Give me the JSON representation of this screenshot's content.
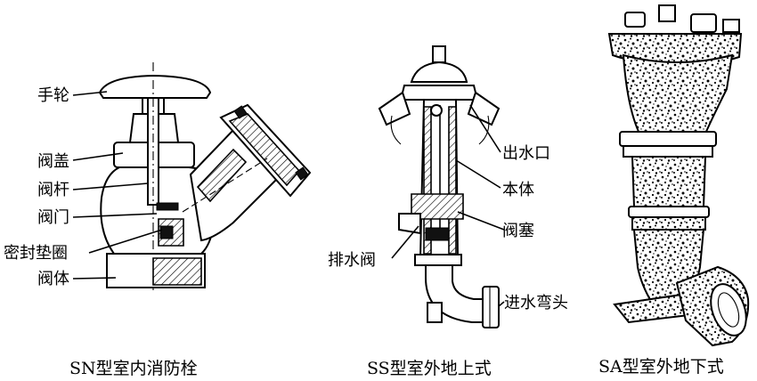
{
  "sn": {
    "caption": "SN型室内消防栓",
    "labels": [
      "手轮",
      "阀盖",
      "阀杆",
      "阀门",
      "密封垫圈",
      "阀体"
    ]
  },
  "ss": {
    "caption": "SS型室外地上式",
    "labels": [
      "出水口",
      "本体",
      "阀塞",
      "排水阀",
      "进水弯头"
    ]
  },
  "sa": {
    "caption": "SA型室外地下式"
  }
}
